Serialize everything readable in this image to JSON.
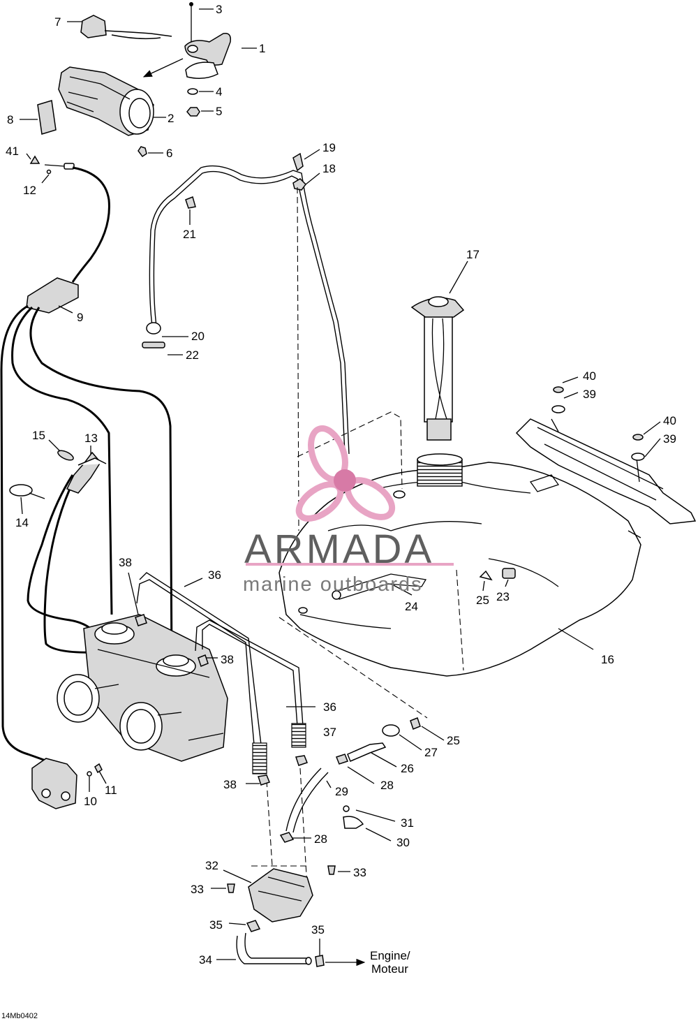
{
  "diagram": {
    "drawing_code": "14Mb0402",
    "watermark": {
      "brand": "ARMADA",
      "tagline": "marine outboards",
      "accent": "#e8a4c4",
      "accent_dark": "#d77aa6"
    },
    "destination": {
      "line1": "Engine/",
      "line2": "Moteur"
    },
    "callouts": [
      {
        "id": "c1",
        "n": "1"
      },
      {
        "id": "c2",
        "n": "2"
      },
      {
        "id": "c3",
        "n": "3"
      },
      {
        "id": "c4",
        "n": "4"
      },
      {
        "id": "c5",
        "n": "5"
      },
      {
        "id": "c6",
        "n": "6"
      },
      {
        "id": "c7",
        "n": "7"
      },
      {
        "id": "c8",
        "n": "8"
      },
      {
        "id": "c9",
        "n": "9"
      },
      {
        "id": "c10",
        "n": "10"
      },
      {
        "id": "c11",
        "n": "11"
      },
      {
        "id": "c12",
        "n": "12"
      },
      {
        "id": "c13",
        "n": "13"
      },
      {
        "id": "c14",
        "n": "14"
      },
      {
        "id": "c15",
        "n": "15"
      },
      {
        "id": "c16",
        "n": "16"
      },
      {
        "id": "c17",
        "n": "17"
      },
      {
        "id": "c18",
        "n": "18"
      },
      {
        "id": "c19",
        "n": "19"
      },
      {
        "id": "c20",
        "n": "20"
      },
      {
        "id": "c21",
        "n": "21"
      },
      {
        "id": "c22",
        "n": "22"
      },
      {
        "id": "c23",
        "n": "23"
      },
      {
        "id": "c24",
        "n": "24"
      },
      {
        "id": "c25a",
        "n": "25"
      },
      {
        "id": "c25b",
        "n": "25"
      },
      {
        "id": "c26",
        "n": "26"
      },
      {
        "id": "c27",
        "n": "27"
      },
      {
        "id": "c28a",
        "n": "28"
      },
      {
        "id": "c28b",
        "n": "28"
      },
      {
        "id": "c29",
        "n": "29"
      },
      {
        "id": "c30",
        "n": "30"
      },
      {
        "id": "c31",
        "n": "31"
      },
      {
        "id": "c32",
        "n": "32"
      },
      {
        "id": "c33a",
        "n": "33"
      },
      {
        "id": "c33b",
        "n": "33"
      },
      {
        "id": "c34",
        "n": "34"
      },
      {
        "id": "c35a",
        "n": "35"
      },
      {
        "id": "c35b",
        "n": "35"
      },
      {
        "id": "c36a",
        "n": "36"
      },
      {
        "id": "c36b",
        "n": "36"
      },
      {
        "id": "c37",
        "n": "37"
      },
      {
        "id": "c38a",
        "n": "38"
      },
      {
        "id": "c38b",
        "n": "38"
      },
      {
        "id": "c38c",
        "n": "38"
      },
      {
        "id": "c39a",
        "n": "39"
      },
      {
        "id": "c39b",
        "n": "39"
      },
      {
        "id": "c40a",
        "n": "40"
      },
      {
        "id": "c40b",
        "n": "40"
      },
      {
        "id": "c41",
        "n": "41"
      }
    ]
  }
}
